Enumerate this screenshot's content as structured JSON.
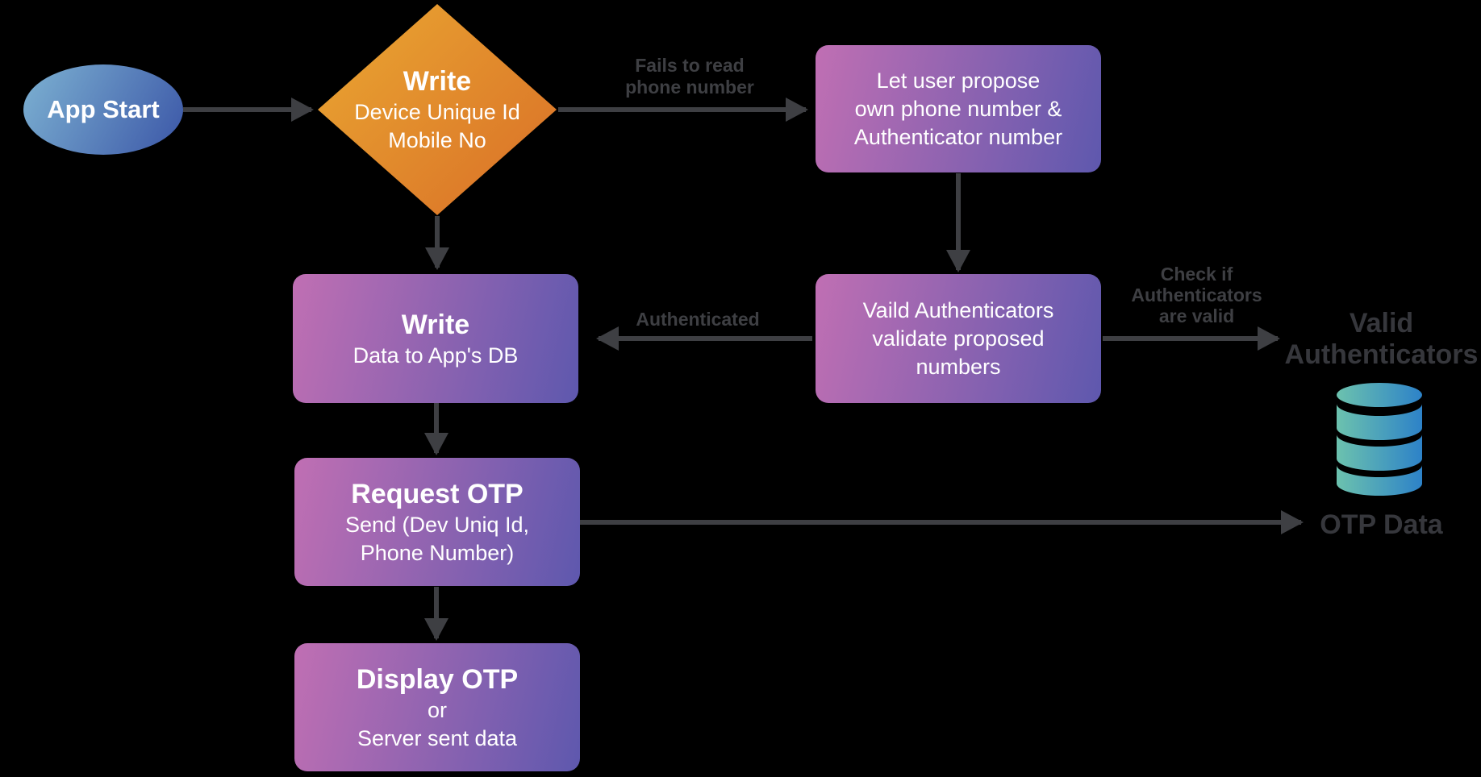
{
  "colors": {
    "bg": "#000000",
    "arrow": "#3e3f43",
    "label": "#3e3f43",
    "heading": "#36373c",
    "node_text": "#ffffff",
    "box_start": "#c06fb3",
    "box_end": "#5e58ae",
    "diamond_start": "#eaa832",
    "diamond_end": "#d96e27",
    "ellipse_start": "#7db2d2",
    "ellipse_end": "#3b56a7",
    "db_start": "#6cc2ae",
    "db_end": "#2d82c8"
  },
  "nodes": {
    "app_start": {
      "label": "App Start"
    },
    "write_decision": {
      "title": "Write",
      "line1": "Device Unique Id",
      "line2": "Mobile No"
    },
    "let_user_propose": {
      "line1": "Let user propose",
      "line2": "own phone number &",
      "line3": "Authenticator number"
    },
    "write_db": {
      "title": "Write",
      "subtitle": "Data to App's DB"
    },
    "validators": {
      "line1": "Vaild Authenticators",
      "line2": "validate proposed",
      "line3": "numbers"
    },
    "request_otp": {
      "title": "Request OTP",
      "line1": "Send (Dev Uniq Id,",
      "line2": "Phone Number)"
    },
    "display_otp": {
      "title": "Display OTP",
      "line1": "or",
      "line2": "Server sent data"
    },
    "valid_authenticators_store": {
      "heading_line1": "Valid",
      "heading_line2": "Authenticators",
      "caption": "OTP Data"
    }
  },
  "edge_labels": {
    "fails_to_read": {
      "line1": "Fails to read",
      "line2": "phone number"
    },
    "authenticated": {
      "label": "Authenticated"
    },
    "check_if_valid": {
      "line1": "Check if",
      "line2": "Authenticators",
      "line3": "are valid"
    }
  }
}
